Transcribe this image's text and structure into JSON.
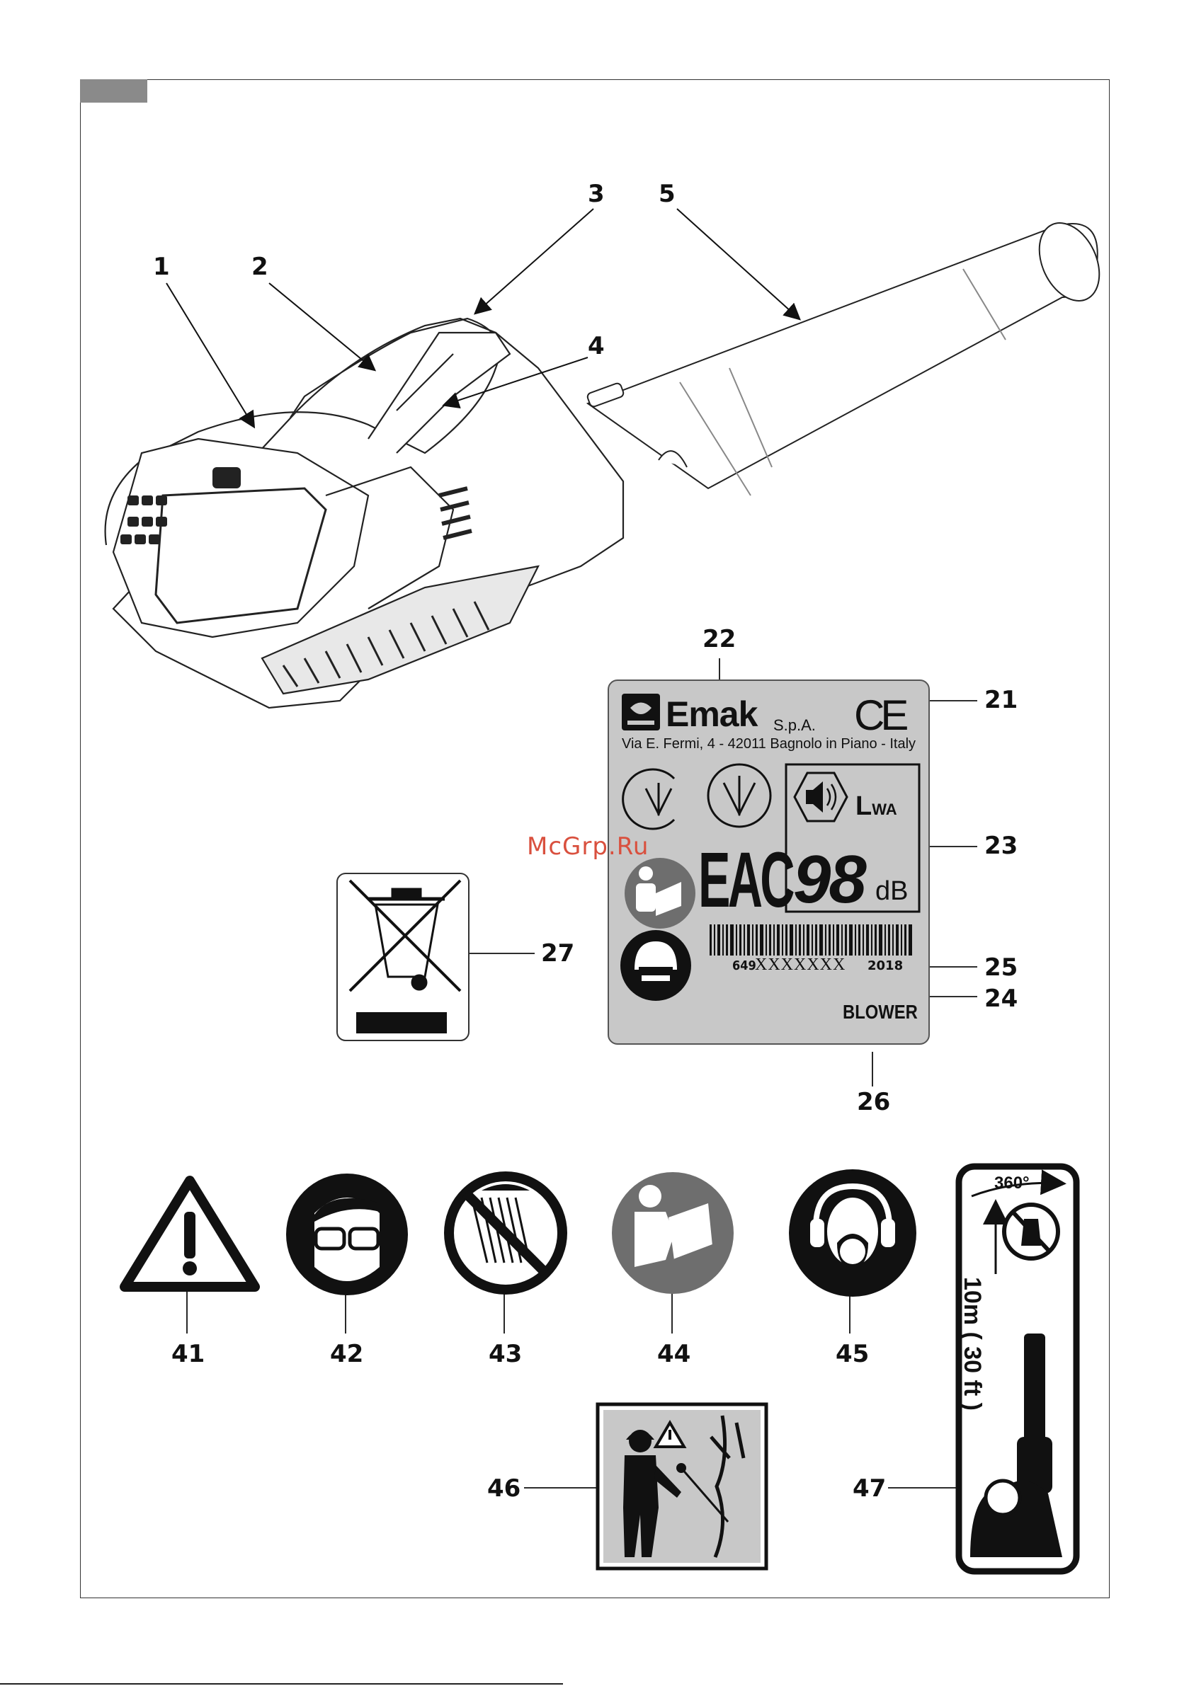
{
  "callouts": {
    "n1": "1",
    "n2": "2",
    "n3": "3",
    "n4": "4",
    "n5": "5",
    "n21": "21",
    "n22": "22",
    "n23": "23",
    "n24": "24",
    "n25": "25",
    "n26": "26",
    "n27": "27",
    "n41": "41",
    "n42": "42",
    "n43": "43",
    "n44": "44",
    "n45": "45",
    "n46": "46",
    "n47": "47"
  },
  "rating_plate": {
    "brand": "Emak",
    "company_suffix": "S.p.A.",
    "address": "Via E. Fermi, 4 - 42011 Bagnolo in Piano - Italy",
    "ce_mark": "CE",
    "sound_label": "L",
    "sound_label_sub": "WA",
    "sound_value": "98",
    "sound_unit": "dB",
    "eac_mark": "EAC",
    "serial_prefix": "649",
    "serial_mask": "XXXXXXX",
    "year": "2018",
    "model": "BLOWER"
  },
  "sticker_47": {
    "angle": "360°",
    "distance": "10m ( 30 ft )"
  },
  "watermark": "McGrp.Ru",
  "colors": {
    "plate_bg": "#c8c8c8",
    "icon_dark": "#111111",
    "icon_grey": "#6e6e6e",
    "watermark": "#d9503e"
  },
  "icons": [
    "recycle-bin-crossed-icon",
    "warning-triangle-icon",
    "eye-protection-icon",
    "no-rain-icon",
    "read-manual-icon",
    "ear-mask-protection-icon",
    "bystander-hazard-icon",
    "safety-distance-icon"
  ]
}
